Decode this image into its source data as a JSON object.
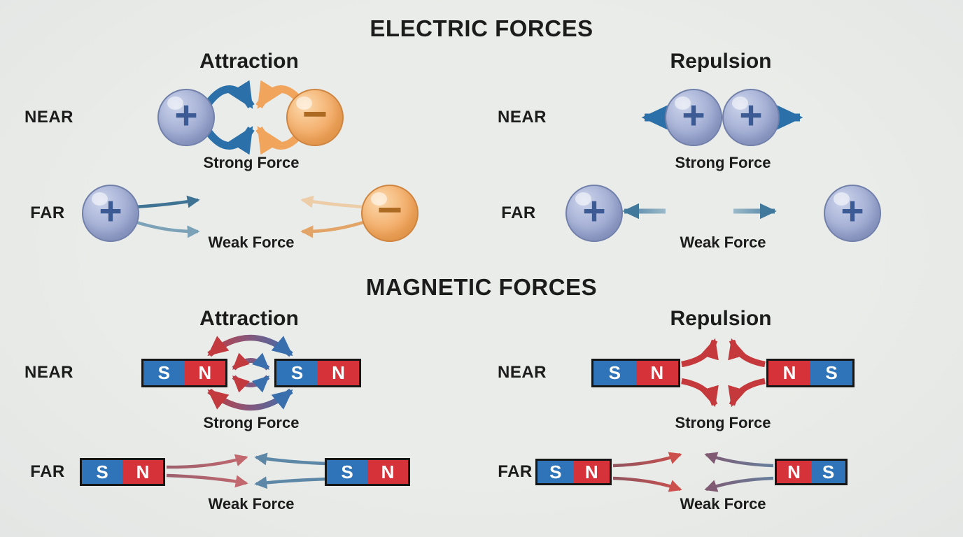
{
  "electric": {
    "title": "ELECTRIC FORCES",
    "attraction": {
      "heading": "Attraction",
      "near_force": "Strong Force",
      "far_force": "Weak Force"
    },
    "repulsion": {
      "heading": "Repulsion",
      "near_force": "Strong Force",
      "far_force": "Weak Force"
    }
  },
  "magnetic": {
    "title": "MAGNETIC FORCES",
    "attraction": {
      "heading": "Attraction",
      "near_force": "Strong Force",
      "far_force": "Weak Force"
    },
    "repulsion": {
      "heading": "Repulsion",
      "near_force": "Strong Force",
      "far_force": "Weak Force"
    }
  },
  "rows": {
    "near": "NEAR",
    "far": "FAR"
  },
  "symbols": {
    "positive": "+",
    "negative": "−",
    "south_pole": "S",
    "north_pole": "N"
  },
  "colors": {
    "background": "#e8eae7",
    "positive_charge": "#a9b4d8",
    "negative_charge": "#f2a660",
    "electric_arrow_blue": "#2b70a9",
    "electric_arrow_orange": "#f0a45c",
    "magnet_blue": "#2f74b8",
    "magnet_red": "#d5323a",
    "repulsion_arrow_red": "#c5383c",
    "text": "#1c1c1c"
  }
}
